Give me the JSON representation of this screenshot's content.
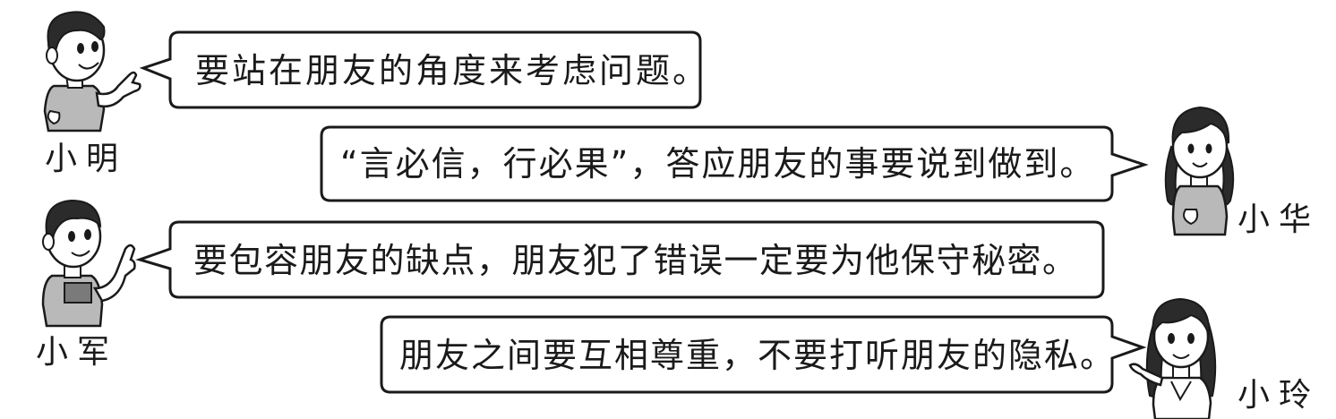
{
  "speech_bubbles": [
    {
      "speaker": "小明",
      "text": "要站在朋友的角度来考虑问题。"
    },
    {
      "speaker": "小华",
      "text": "“言必信，行必果”，答应朋友的事要说到做到。"
    },
    {
      "speaker": "小军",
      "text": "要包容朋友的缺点，朋友犯了错误一定要为他保守秘密。"
    },
    {
      "speaker": "小玲",
      "text": "朋友之间要互相尊重，不要打听朋友的隐私。"
    }
  ],
  "characters": [
    {
      "name": "小明",
      "icon": "boy-pointing-icon"
    },
    {
      "name": "小华",
      "icon": "girl-braids-icon"
    },
    {
      "name": "小军",
      "icon": "boy-waving-icon"
    },
    {
      "name": "小玲",
      "icon": "girl-long-hair-icon"
    }
  ],
  "colors": {
    "line": "#1a1a1a",
    "skin": "#ffffff",
    "hair": "#2b2b2b",
    "shirt": "#b9b9b9"
  }
}
